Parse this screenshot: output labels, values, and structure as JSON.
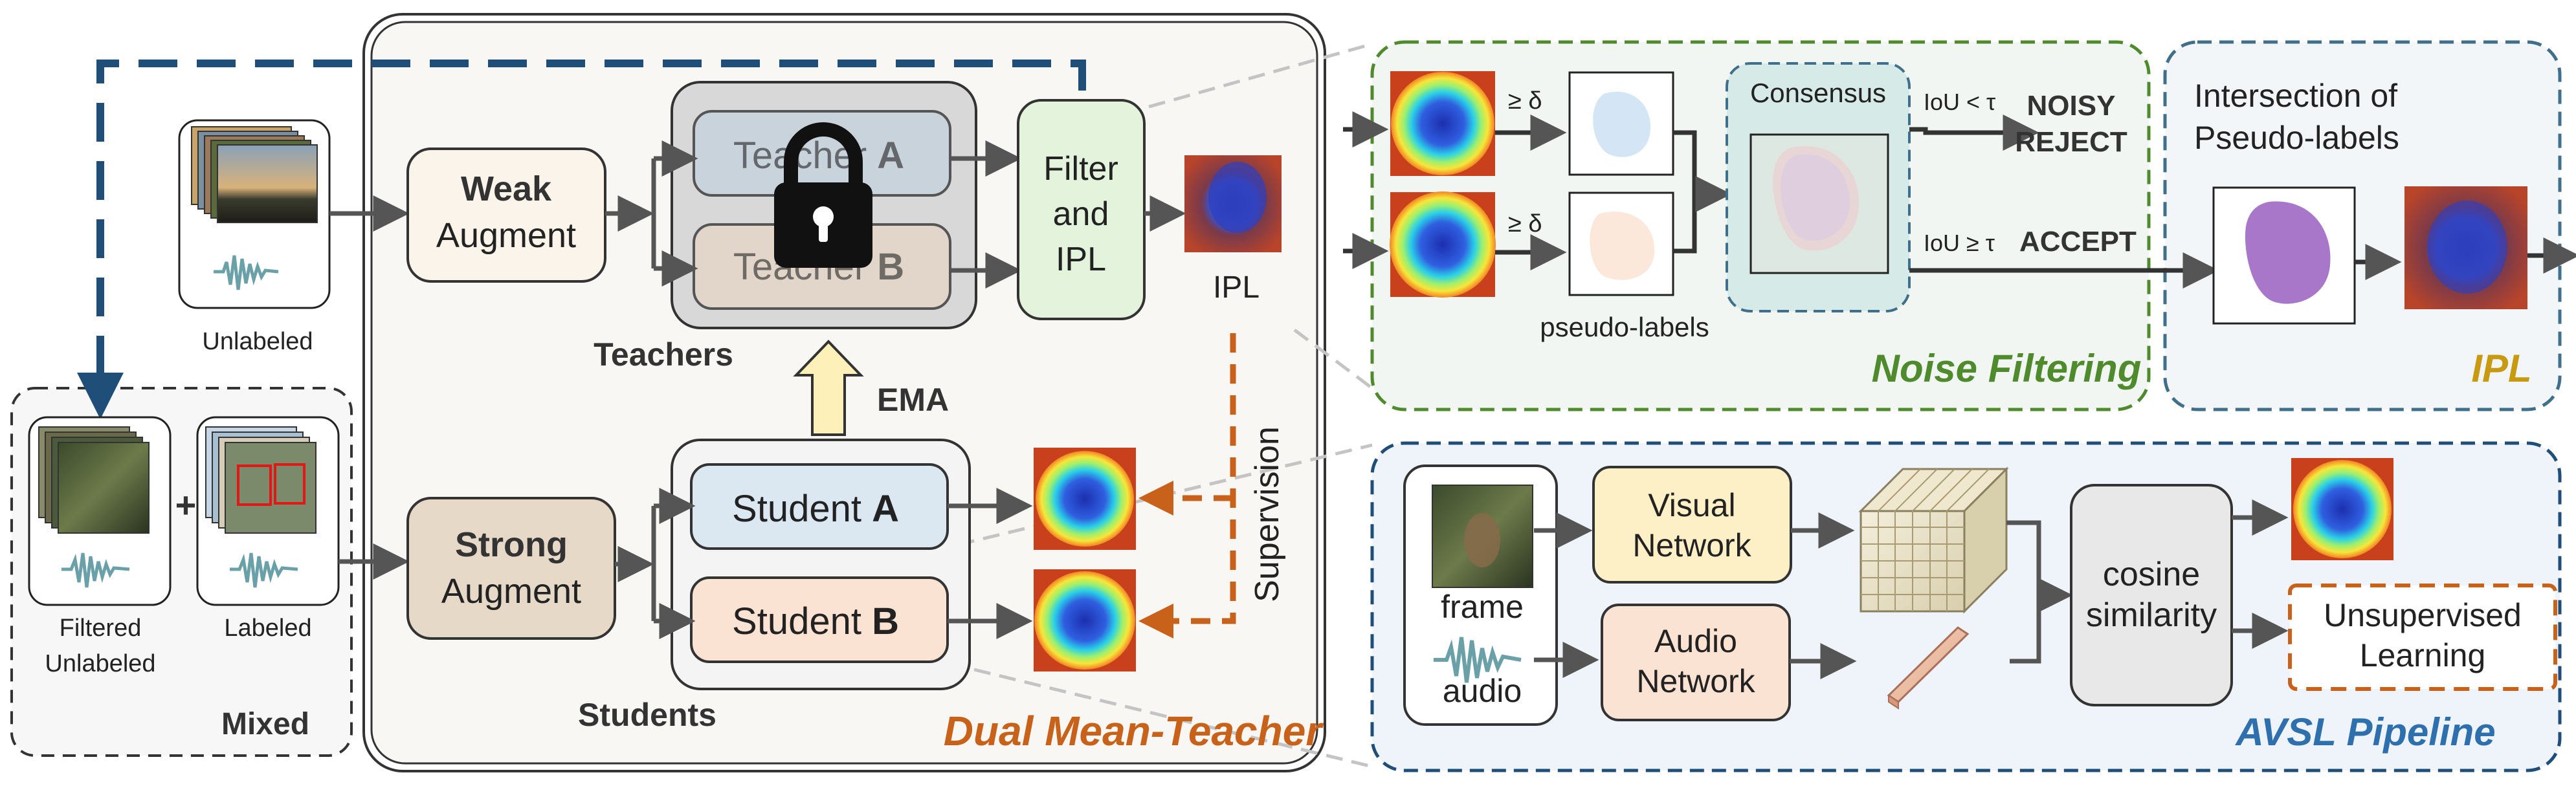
{
  "colors": {
    "weak_augment_fill": "#fbf4ea",
    "strong_augment_fill": "#e7d9c7",
    "teacher_fill": "#c9d3dc",
    "teacher_b_fill": "#e2d6ca",
    "student_a_fill": "#dbe8f2",
    "student_b_fill": "#fbe3d3",
    "filter_ipl_fill": "#e4f3dc",
    "ema_arrow_fill": "#fdf0b8",
    "dual_mean_teacher_bg": "#f9f7f4",
    "noise_filtering_bg": "#f1f6f3",
    "ipl_bg": "#f2f6f8",
    "avsl_bg": "#eef4f9",
    "dual_mean_teacher_title": "#c8621a",
    "noise_filtering_title": "#4f8a2c",
    "ipl_title": "#c89a12",
    "avsl_title": "#2e6fae",
    "noisy_reject": "#cc1414",
    "accept": "#4f8a2c",
    "blue_dashed_line": "#1f4e79",
    "orange_dashed_line": "#c8621a"
  },
  "left": {
    "unlabeled_label": "Unlabeled",
    "filtered_unlabeled_label_line1": "Filtered",
    "filtered_unlabeled_label_line2": "Unlabeled",
    "labeled_label": "Labeled",
    "plus": "+",
    "mixed_label": "Mixed"
  },
  "dual_mean_teacher": {
    "title": "Dual Mean-Teacher",
    "weak_augment_line1": "Weak",
    "weak_augment_line2": "Augment",
    "strong_augment_line1": "Strong",
    "strong_augment_line2": "Augment",
    "teacher_a": "Teacher ",
    "teacher_a_letter": "A",
    "teacher_b": "Teacher ",
    "teacher_b_letter": "B",
    "teachers_label": "Teachers",
    "student_a": "Student ",
    "student_a_letter": "A",
    "student_b": "Student ",
    "student_b_letter": "B",
    "students_label": "Students",
    "ema_label": "EMA",
    "filter_line1": "Filter",
    "filter_line2": "and",
    "filter_line3": "IPL",
    "ipl_output_label": "IPL",
    "supervision_label": "Supervision"
  },
  "noise_filtering": {
    "title": "Noise Filtering",
    "threshold_top": "≥ δ",
    "threshold_bottom": "≥ δ",
    "pseudo_labels_label": "pseudo-labels",
    "consensus_label": "Consensus",
    "iou_lt": "IoU < τ",
    "noisy_line1": "NOISY",
    "noisy_line2": "REJECT",
    "iou_ge": "IoU ≥ τ",
    "accept": "ACCEPT"
  },
  "ipl_panel": {
    "title": "IPL",
    "heading_line1": "Intersection of",
    "heading_line2": "Pseudo-labels"
  },
  "avsl": {
    "title": "AVSL Pipeline",
    "frame_label": "frame",
    "audio_label": "audio",
    "visual_network_line1": "Visual",
    "visual_network_line2": "Network",
    "audio_network_line1": "Audio",
    "audio_network_line2": "Network",
    "cosine_line1": "cosine",
    "cosine_line2": "similarity",
    "unsupervised_line1": "Unsupervised",
    "unsupervised_line2": "Learning"
  }
}
